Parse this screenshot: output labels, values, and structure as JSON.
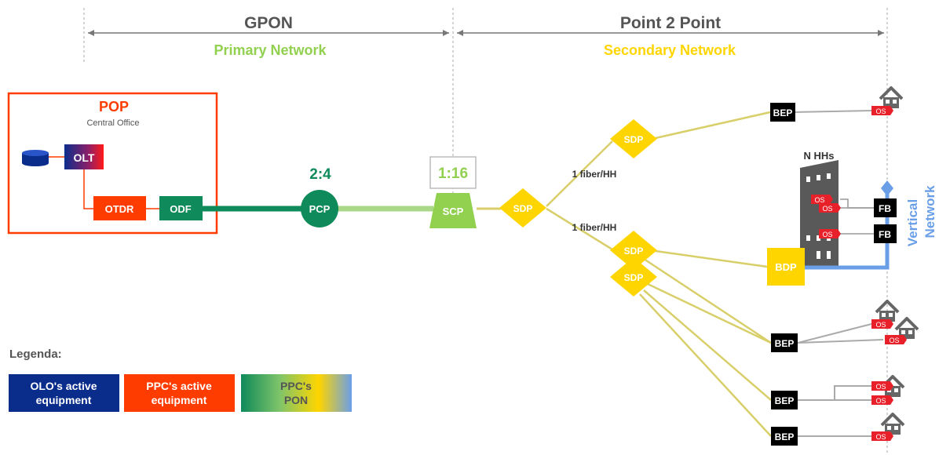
{
  "sections": {
    "gpon": {
      "title": "GPON",
      "subtitle": "Primary Network"
    },
    "p2p": {
      "title": "Point 2 Point",
      "subtitle": "Secondary Network"
    }
  },
  "pop": {
    "title": "POP",
    "subtitle": "Central Office"
  },
  "equipment": {
    "olt": "OLT",
    "otdr": "OTDR",
    "odf": "ODF",
    "pcp": "PCP",
    "pcp_ratio": "2:4",
    "scp": "SCP",
    "scp_ratio": "1:16",
    "sdp": "SDP",
    "bdp": "BDP",
    "bep": "BEP",
    "fb": "FB",
    "os": "OS"
  },
  "labels": {
    "fiber_hh_1": "1 fiber/HH",
    "fiber_hh_2": "1 fiber/HH",
    "n_hhs": "N HHs",
    "vertical_network_1": "Vertical",
    "vertical_network_2": "Network"
  },
  "legend": {
    "title": "Legenda:",
    "items": [
      {
        "line1": "OLO's active",
        "line2": "equipment",
        "color": "#0a2d8c"
      },
      {
        "line1": "PPC's active",
        "line2": "equipment",
        "color": "#ff3c00"
      },
      {
        "line1": "PPC's",
        "line2": "PON",
        "color": "gradient"
      }
    ]
  },
  "colors": {
    "pop_red": "#ff3c00",
    "primary_green": "#8fce5a",
    "odf_green": "#0f8a5a",
    "pcp_green": "#0f8a5a",
    "scp_green": "#92d050",
    "sdp_yellow": "#ffd500",
    "secondary_yellow": "#ffd500",
    "vertical_blue": "#6a9fe8",
    "os_red": "#e8202a",
    "olt_gradient_start": "#0a2d8c",
    "olt_gradient_end": "#ff1a1a"
  }
}
